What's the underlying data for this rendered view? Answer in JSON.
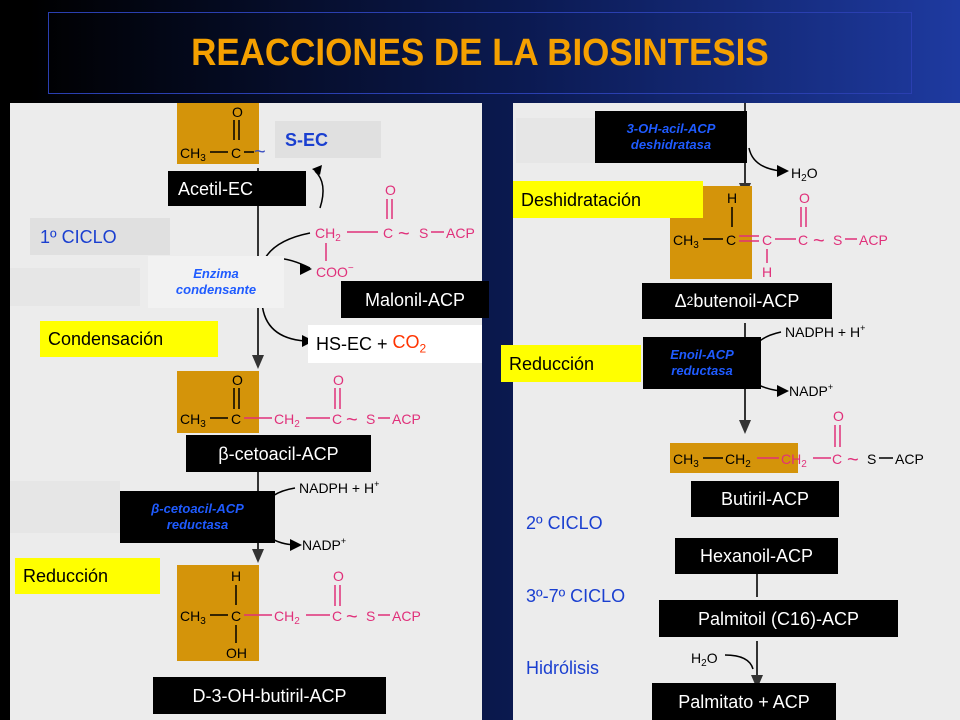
{
  "title": "REACCIONES DE LA BIOSINTESIS",
  "left": {
    "s_ec": "S-EC",
    "acetil_ec": "Acetil-EC",
    "ciclo1": "1º CICLO",
    "enzima_line1": "Enzima",
    "enzima_line2": "condensante",
    "malonil": "Malonil-ACP",
    "condensacion": "Condensación",
    "hs_ec": "HS-EC + ",
    "co2": "CO",
    "co2_sub": "2",
    "cetoacil_prefix": "β",
    "cetoacil": "-cetoacil-ACP",
    "reductasa_line1_prefix": "β",
    "reductasa_line1": "-cetoacil-ACP",
    "reductasa_line2": "reductasa",
    "reduccion": "Reducción",
    "d3oh": "D-3-OH-butiril-ACP"
  },
  "right": {
    "deshidratasa_line1": "3-OH-acil-ACP",
    "deshidratasa_line2": "deshidratasa",
    "deshidratacion": "Deshidratación",
    "butenoil_prefix": "Δ",
    "butenoil_sup": "2",
    "butenoil": " butenoil-ACP",
    "enoil_line1": "Enoil-ACP",
    "enoil_line2": "reductasa",
    "reduccion": "Reducción",
    "butiril": "Butiril-ACP",
    "ciclo2": "2º CICLO",
    "hexanoil": "Hexanoil-ACP",
    "ciclo3_7": "3º-7º CICLO",
    "palmitoil": "Palmitoil (C16)-ACP",
    "hidrolisis": "Hidrólisis",
    "palmitato": "Palmitato + ACP"
  },
  "chem": {
    "o": "O",
    "c": "C",
    "h": "H",
    "oh": "OH",
    "ch3": "CH",
    "ch3_sub": "3",
    "ch2": "CH",
    "ch2_sub": "2",
    "s": "S",
    "acp": "ACP",
    "coo": "COO",
    "coo_sup": "−",
    "nadph": "NADPH + H",
    "nadph_sup": "+",
    "nadp": "NADP",
    "nadp_sup": "+",
    "h2o": "H",
    "h2o_sub": "2",
    "h2o_o": "O"
  },
  "colors": {
    "title": "#f5a000",
    "highlight": "#d4940a",
    "pink": "#e0307a",
    "co2": "#ff3300",
    "blue_text": "#1a3fd0"
  }
}
